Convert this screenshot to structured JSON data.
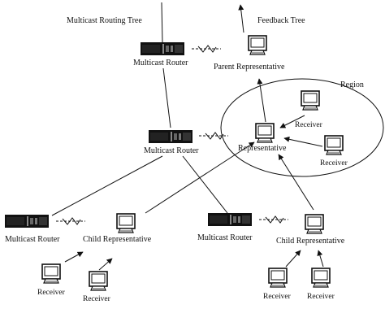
{
  "title_left": "Multicast Routing Tree",
  "title_right": "Feedback Tree",
  "region_label": "Region",
  "labels": {
    "router_top": "Multicast Router",
    "parent_rep": "Parent Representative",
    "router_mid": "Multicast Router",
    "representative": "Representative",
    "receiver_r1": "Receiver",
    "receiver_r2": "Receiver",
    "router_left": "Multicast Router",
    "child_rep_left": "Child Representative",
    "router_right": "Multicast Router",
    "child_rep_right": "Child Representative",
    "receiver_l1": "Receiver",
    "receiver_l2": "Receiver",
    "receiver_b1": "Receiver",
    "receiver_b2": "Receiver"
  }
}
